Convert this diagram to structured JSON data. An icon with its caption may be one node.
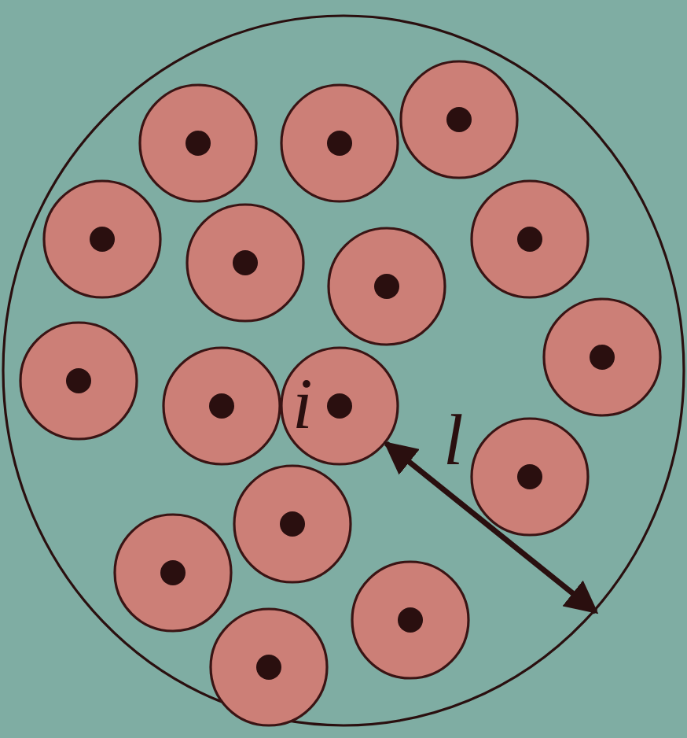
{
  "diagram": {
    "nodes": [
      {
        "text": [],
        "shape": "circle"
      },
      {
        "text": [],
        "shape": "circle",
        "in": 0
      },
      {
        "text": [],
        "shape": "circle",
        "in": 0
      },
      {
        "text": [],
        "shape": "circle",
        "in": 0
      },
      {
        "text": [],
        "shape": "circle",
        "in": 0
      },
      {
        "text": [],
        "shape": "circle",
        "in": 0
      },
      {
        "text": [],
        "shape": "circle",
        "in": 0
      },
      {
        "text": [],
        "shape": "circle",
        "in": 0
      },
      {
        "text": [],
        "shape": "circle",
        "in": 0
      },
      {
        "text": [],
        "shape": "circle",
        "in": 0
      },
      {
        "text": [],
        "shape": "circle",
        "in": 0
      },
      {
        "text": [
          "i"
        ],
        "in": 0
      },
      {
        "text": [],
        "shape": "circle",
        "in": 0
      },
      {
        "text": [],
        "shape": "circle",
        "in": 0
      },
      {
        "text": [],
        "shape": "circle",
        "in": 0
      },
      {
        "text": [],
        "shape": "circle",
        "in": 0
      },
      {
        "text": [],
        "shape": "circle",
        "in": 0
      }
    ],
    "edges": [
      {
        "from": 11,
        "to": 0,
        "arrow": "both",
        "label": "l"
      }
    ]
  }
}
